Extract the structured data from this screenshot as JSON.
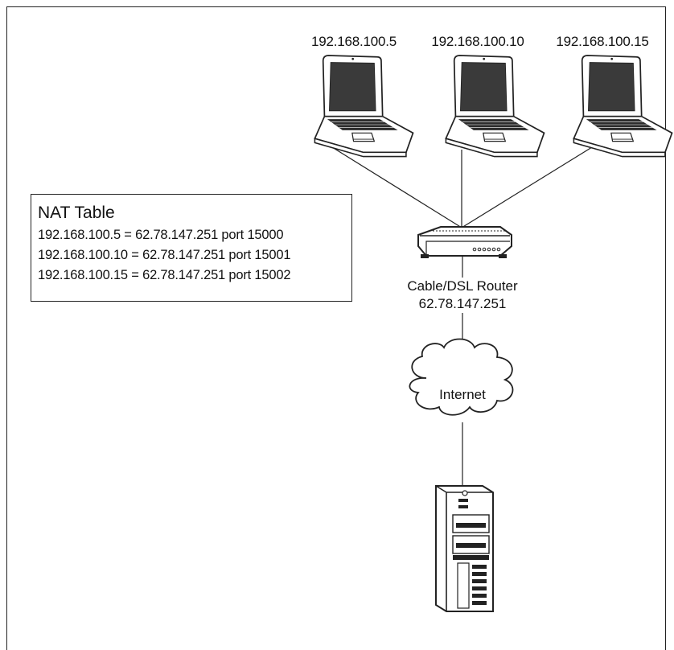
{
  "laptops": [
    {
      "ip": "192.168.100.5"
    },
    {
      "ip": "192.168.100.10"
    },
    {
      "ip": "192.168.100.15"
    }
  ],
  "nat_table": {
    "title": "NAT Table",
    "rows": [
      "192.168.100.5 = 62.78.147.251 port 15000",
      "192.168.100.10 = 62.78.147.251 port 15001",
      "192.168.100.15 = 62.78.147.251 port 15002"
    ]
  },
  "router": {
    "name": "Cable/DSL Router",
    "ip": "62.78.147.251"
  },
  "cloud": {
    "label": "Internet"
  },
  "server": {
    "icon": "server-tower-icon"
  },
  "colors": {
    "line": "#222222",
    "screen": "#3a3a3a",
    "background": "#ffffff"
  }
}
